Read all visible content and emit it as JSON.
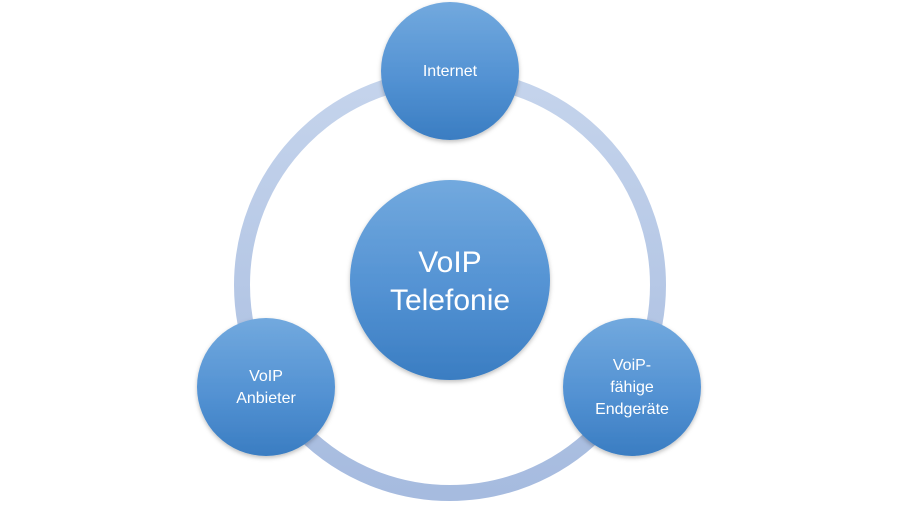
{
  "diagram": {
    "center": {
      "lines": [
        "VoIP",
        "Telefonie"
      ]
    },
    "nodes": [
      {
        "id": "internet",
        "lines": [
          "Internet"
        ]
      },
      {
        "id": "provider",
        "lines": [
          "VoIP",
          "Anbieter"
        ]
      },
      {
        "id": "devices",
        "lines": [
          "VoiP-",
          "fähige",
          "Endgeräte"
        ]
      }
    ],
    "colors": {
      "ring": "#b4c7e7",
      "ring_dark": "#9fb6dd",
      "circle_top": "#6ea6dd",
      "circle_bottom": "#3f82c6"
    }
  }
}
